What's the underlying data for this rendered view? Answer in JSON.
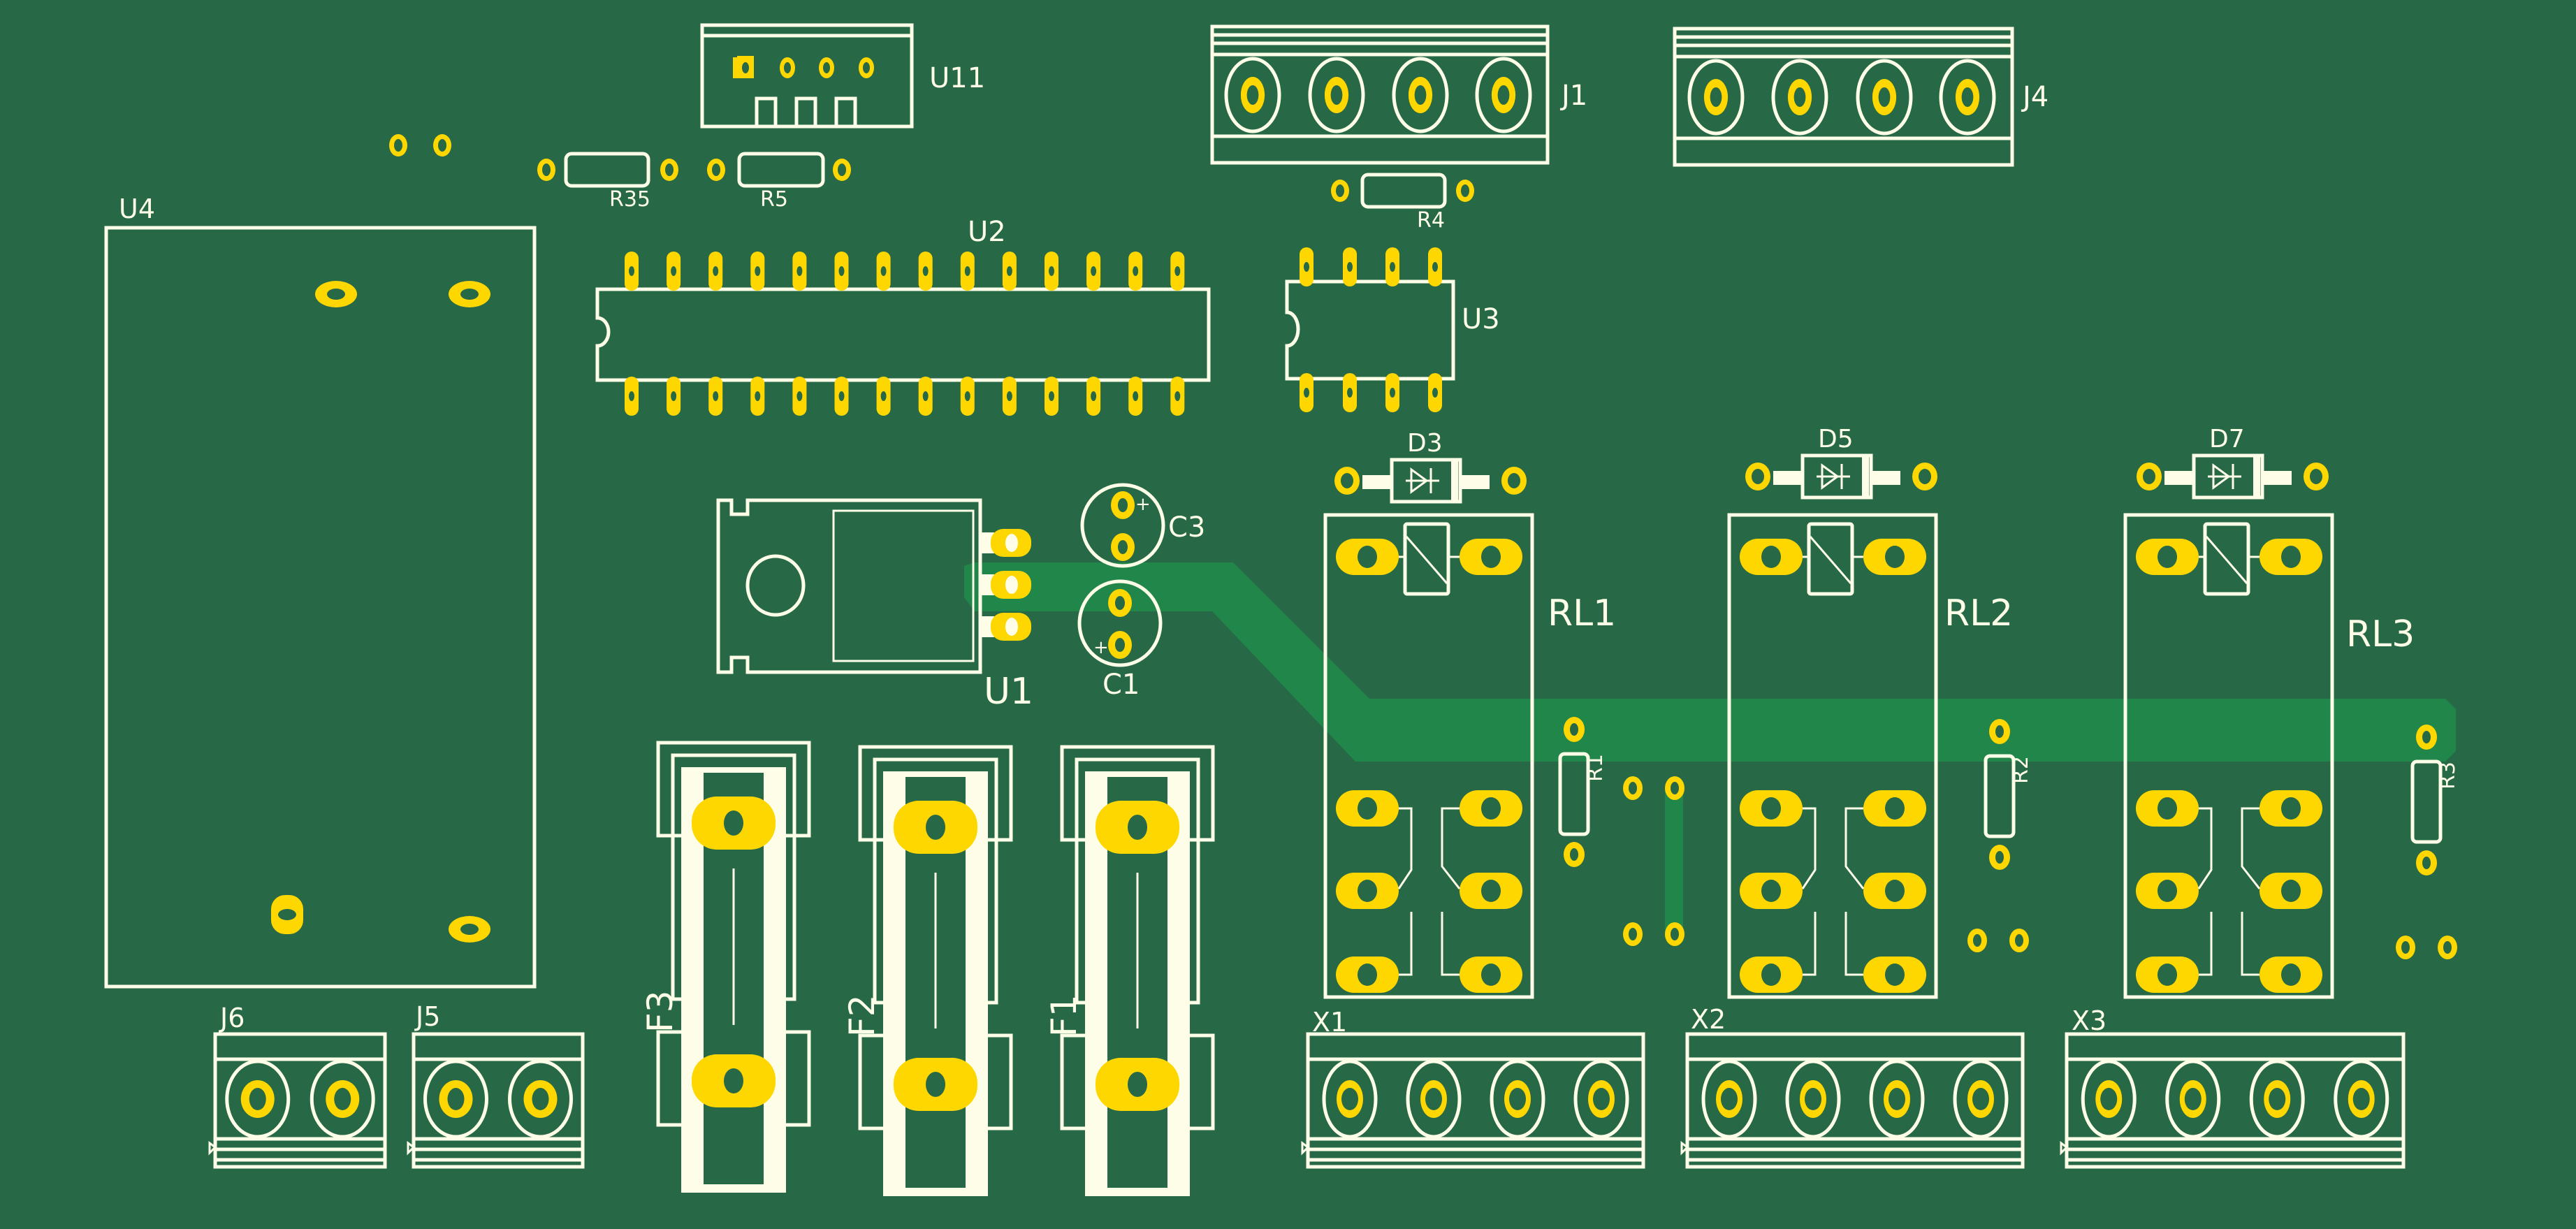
{
  "board": {
    "view": "PCB layout (top silkscreen + copper)",
    "colors": {
      "substrate": "#276847",
      "copper_pour": "#21864a",
      "pad": "#ffd700",
      "silkscreen": "#fdfde8"
    }
  },
  "components": {
    "U4": {
      "ref": "U4",
      "type": "module",
      "pads": 4
    },
    "U11": {
      "ref": "U11",
      "type": "4-pin header",
      "pads": 4
    },
    "U2": {
      "ref": "U2",
      "type": "DIP-28",
      "pads": 28
    },
    "U3": {
      "ref": "U3",
      "type": "DIP-8",
      "pads": 8
    },
    "U1": {
      "ref": "U1",
      "type": "TO-220 regulator",
      "pads": 3
    },
    "J1": {
      "ref": "J1",
      "type": "4-pin terminal block",
      "pads": 4
    },
    "J4": {
      "ref": "J4",
      "type": "4-pin terminal block",
      "pads": 4
    },
    "J5": {
      "ref": "J5",
      "type": "2-pin terminal block",
      "pads": 2
    },
    "J6": {
      "ref": "J6",
      "type": "2-pin terminal block",
      "pads": 2
    },
    "X1": {
      "ref": "X1",
      "type": "4-pin terminal block",
      "pads": 4
    },
    "X2": {
      "ref": "X2",
      "type": "4-pin terminal block",
      "pads": 4
    },
    "X3": {
      "ref": "X3",
      "type": "4-pin terminal block",
      "pads": 4
    },
    "R35": {
      "ref": "R35",
      "type": "resistor"
    },
    "R5": {
      "ref": "R5",
      "type": "resistor"
    },
    "R4": {
      "ref": "R4",
      "type": "resistor"
    },
    "R1": {
      "ref": "R1",
      "type": "resistor"
    },
    "R2": {
      "ref": "R2",
      "type": "resistor"
    },
    "R3": {
      "ref": "R3",
      "type": "resistor"
    },
    "C1": {
      "ref": "C1",
      "type": "electrolytic capacitor",
      "polarity_mark": "+"
    },
    "C3": {
      "ref": "C3",
      "type": "electrolytic capacitor",
      "polarity_mark": "+"
    },
    "D3": {
      "ref": "D3",
      "type": "diode"
    },
    "D5": {
      "ref": "D5",
      "type": "diode"
    },
    "D7": {
      "ref": "D7",
      "type": "diode"
    },
    "RL1": {
      "ref": "RL1",
      "type": "relay",
      "pads": 8
    },
    "RL2": {
      "ref": "RL2",
      "type": "relay",
      "pads": 8
    },
    "RL3": {
      "ref": "RL3",
      "type": "relay",
      "pads": 8
    },
    "F1": {
      "ref": "F1",
      "type": "fuse holder"
    },
    "F2": {
      "ref": "F2",
      "type": "fuse holder"
    },
    "F3": {
      "ref": "F3",
      "type": "fuse holder"
    }
  }
}
